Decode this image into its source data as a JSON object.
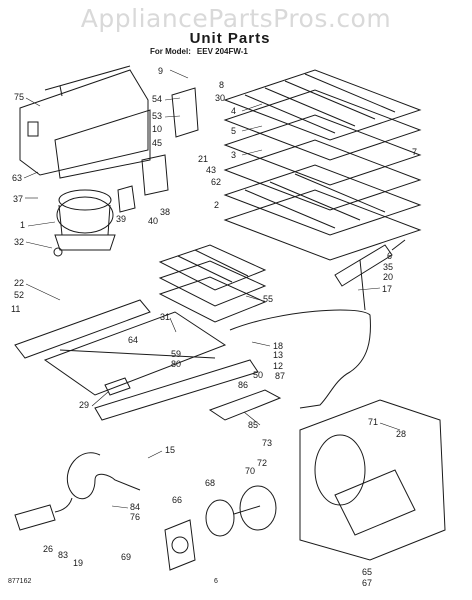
{
  "watermark": "AppliancePartsPros.com",
  "header": {
    "title": "Unit Parts",
    "model_prefix": "For Model:",
    "model": "EEV 204FW-1"
  },
  "footer": {
    "doc_code": "877162",
    "page_number": "6"
  },
  "callouts": [
    "75",
    "63",
    "37",
    "1",
    "32",
    "22",
    "52",
    "11",
    "9",
    "54",
    "53",
    "10",
    "8",
    "30",
    "4",
    "5",
    "3",
    "7",
    "45",
    "43",
    "21",
    "62",
    "2",
    "39",
    "40",
    "38",
    "6",
    "35",
    "20",
    "17",
    "55",
    "31",
    "64",
    "59",
    "80",
    "18",
    "13",
    "12",
    "50",
    "86",
    "87",
    "29",
    "85",
    "73",
    "72",
    "71",
    "28",
    "70",
    "68",
    "66",
    "65",
    "67",
    "15",
    "84",
    "76",
    "69",
    "26",
    "83",
    "19"
  ]
}
